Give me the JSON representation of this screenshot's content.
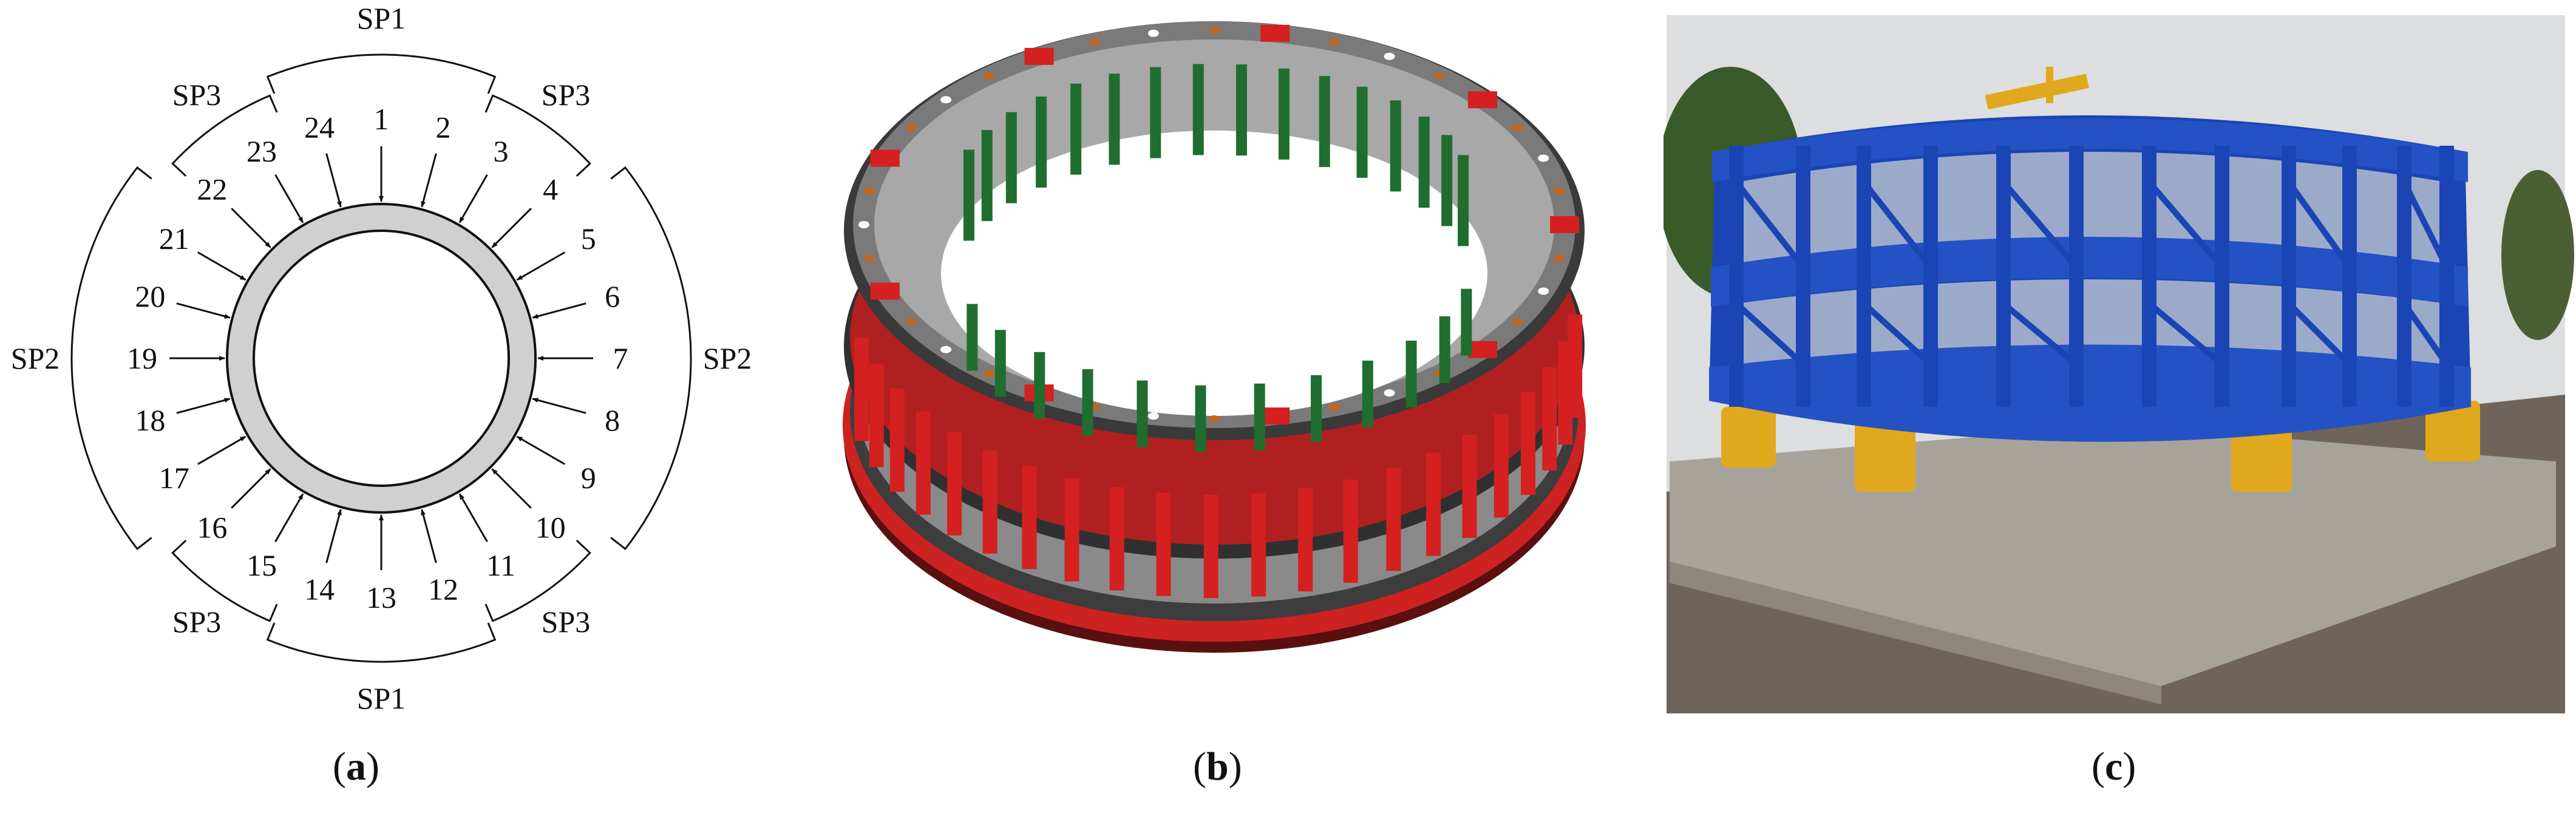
{
  "panels": [
    {
      "id": "a",
      "caption_open": "(",
      "caption_letter": "a",
      "caption_close": ")"
    },
    {
      "id": "b",
      "caption_open": "(",
      "caption_letter": "b",
      "caption_close": ")"
    },
    {
      "id": "c",
      "caption_open": "(",
      "caption_letter": "c",
      "caption_close": ")"
    }
  ],
  "diagram_a": {
    "points": [
      "1",
      "2",
      "3",
      "4",
      "5",
      "6",
      "7",
      "8",
      "9",
      "10",
      "11",
      "12",
      "13",
      "14",
      "15",
      "16",
      "17",
      "18",
      "19",
      "20",
      "21",
      "22",
      "23",
      "24"
    ],
    "groups": [
      {
        "label": "SP1",
        "location": "top"
      },
      {
        "label": "SP1",
        "location": "bottom"
      },
      {
        "label": "SP2",
        "location": "left"
      },
      {
        "label": "SP2",
        "location": "right"
      },
      {
        "label": "SP3",
        "location": "upper-left"
      },
      {
        "label": "SP3",
        "location": "upper-right"
      },
      {
        "label": "SP3",
        "location": "lower-left"
      },
      {
        "label": "SP3",
        "location": "lower-right"
      }
    ],
    "colors": {
      "pipe_fill": "#d0d0d0",
      "stroke": "#111111"
    }
  },
  "render_b": {
    "colors": {
      "frame": "#4a4a4a",
      "plate": "#9a9a9a",
      "accent": "#d42020",
      "column": "#1f6e2f",
      "nut": "#c0661e"
    }
  },
  "photo_c": {
    "colors": {
      "structure": "#1b45b4",
      "support": "#e0a81c",
      "slab": "#a8a39a",
      "sky": "#dcdedf",
      "trees": "#3a5a2a"
    }
  }
}
